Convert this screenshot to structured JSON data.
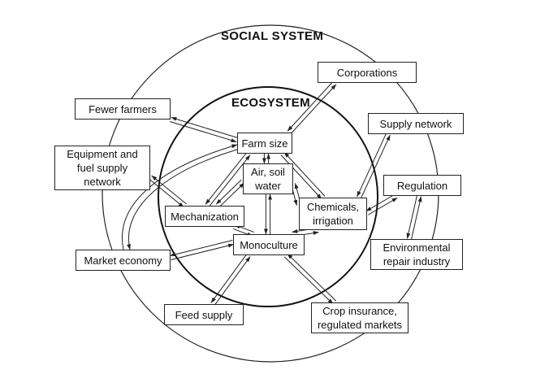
{
  "headings": {
    "social_system": "SOCIAL SYSTEM",
    "ecosystem": "ECOSYSTEM"
  },
  "nodes": {
    "corporations": [
      "Corporations"
    ],
    "fewer_farmers": [
      "Fewer farmers"
    ],
    "supply_network": [
      "Supply network"
    ],
    "farm_size": [
      "Farm size"
    ],
    "equipment": [
      "Equipment and",
      "fuel supply",
      "network"
    ],
    "air_soil_water": [
      "Air, soil",
      "water"
    ],
    "regulation": [
      "Regulation"
    ],
    "chemicals": [
      "Chemicals,",
      "irrigation"
    ],
    "mechanization": [
      "Mechanization"
    ],
    "monoculture": [
      "Monoculture"
    ],
    "environmental_repair": [
      "Environmental",
      "repair industry"
    ],
    "market_economy": [
      "Market economy"
    ],
    "feed_supply": [
      "Feed supply"
    ],
    "crop_insurance": [
      "Crop insurance,",
      "regulated markets"
    ]
  },
  "colors": {
    "line": "#222222",
    "background": "#ffffff"
  }
}
